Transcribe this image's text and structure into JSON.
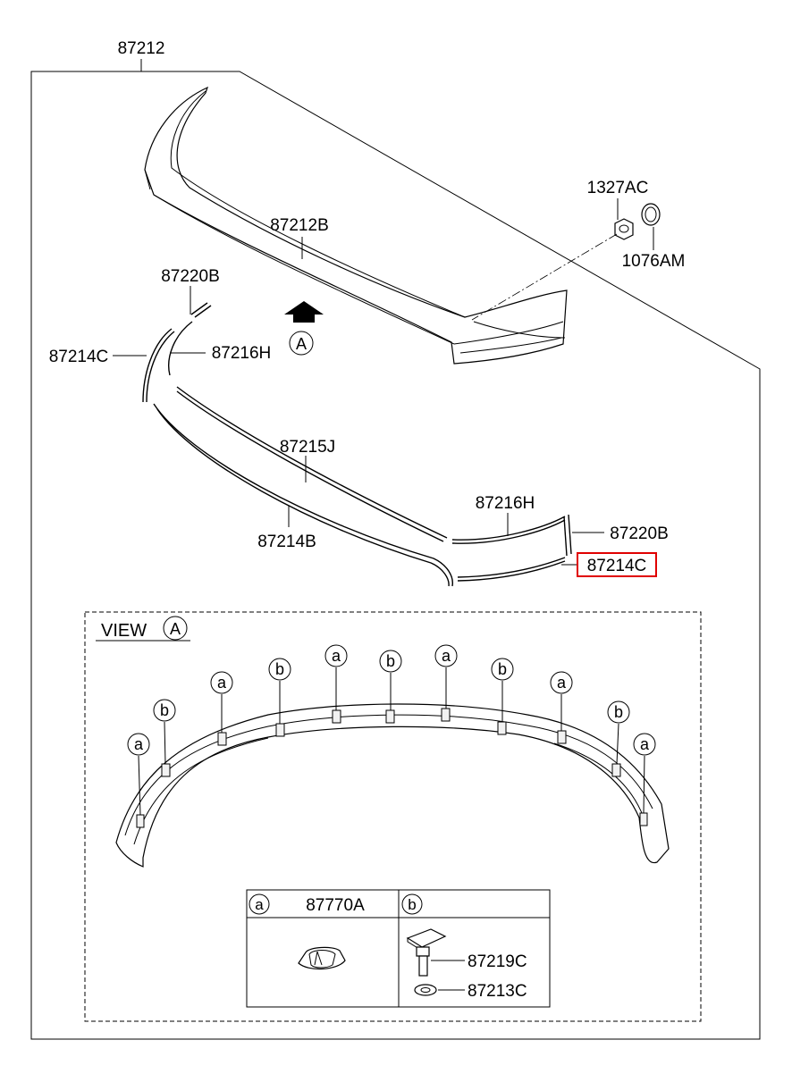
{
  "labels": {
    "top": "87212",
    "spoiler_inner": "87212B",
    "nut": "1327AC",
    "grommet": "1076AM",
    "upper_left_cap": "87220B",
    "left_strip_outer": "87214C",
    "left_strip_inner": "87216H",
    "center_strip": "87215J",
    "lower_strip": "87214B",
    "right_strip_inner": "87216H",
    "right_cap": "87220B",
    "right_strip_highlight": "87214C"
  },
  "arrow_callout": "A",
  "view": {
    "title": "VIEW",
    "ref": "A",
    "clip_callouts": [
      "a",
      "b",
      "a",
      "b",
      "a",
      "b",
      "a",
      "b",
      "a",
      "b",
      "a"
    ]
  },
  "legend": {
    "col_a_key": "a",
    "col_a_part": "87770A",
    "col_b_key": "b",
    "col_b_part_1": "87219C",
    "col_b_part_2": "87213C"
  },
  "colors": {
    "line": "#000000",
    "highlight": "#e00000",
    "background": "#ffffff"
  }
}
